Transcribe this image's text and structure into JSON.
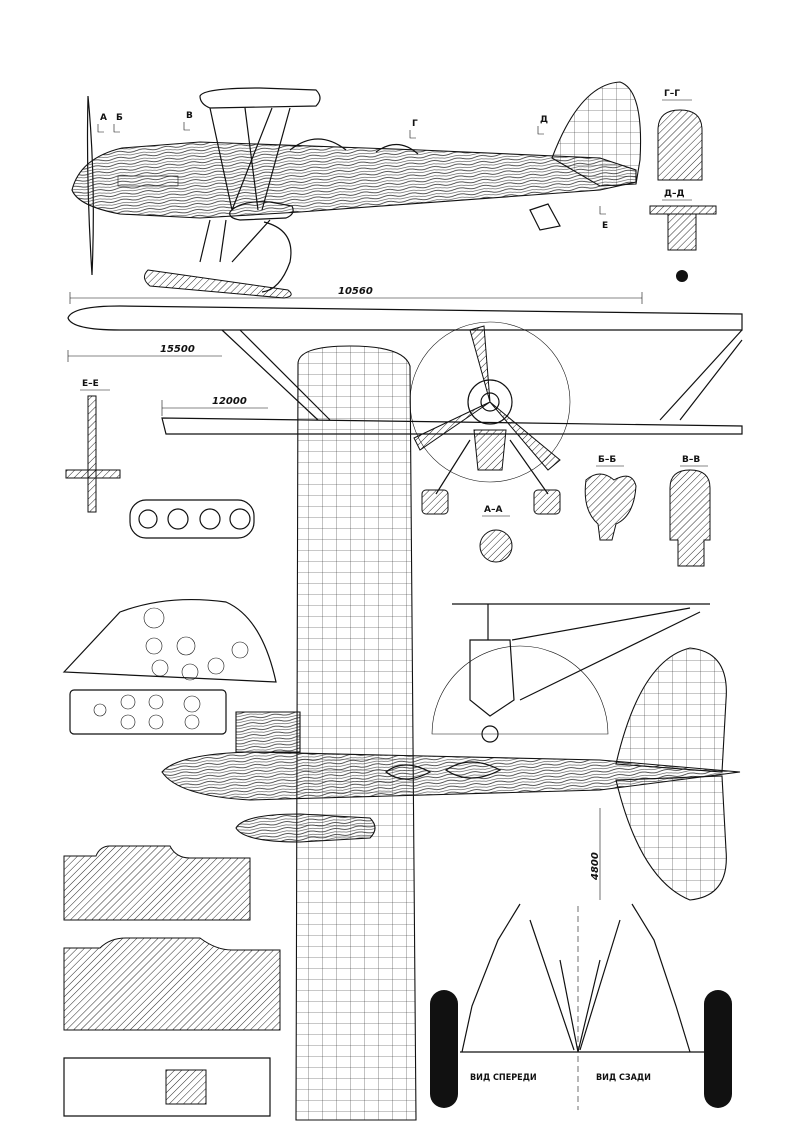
{
  "side_view": {
    "section_marks": [
      "А",
      "Б",
      "В",
      "Г",
      "Д",
      "Е"
    ],
    "length_dim": "10560"
  },
  "front_view": {
    "upper_span_dim": "15500",
    "lower_span_dim": "12000"
  },
  "sections": {
    "g_g": "Г–Г",
    "d_d": "Д–Д",
    "e_e": "Е–Е",
    "b_b": "Б–Б",
    "v_v": "В–В",
    "a_a": "А–А"
  },
  "plan_view": {
    "tail_span_dim": "4800"
  },
  "ski_views": {
    "front_caption": "ВИД СПЕРЕДИ",
    "rear_caption": "ВИД СЗАДИ"
  }
}
